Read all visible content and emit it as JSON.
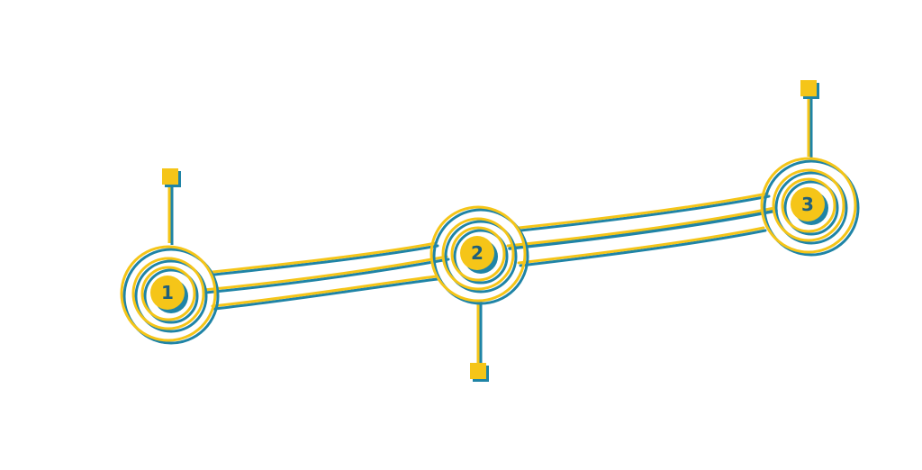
{
  "colors": {
    "accent_yellow": "#F5C518",
    "accent_blue": "#1F84A6",
    "label_text": "#1F5F7A",
    "background": "#FFFFFF"
  },
  "nodes": [
    {
      "id": "1",
      "label": "1",
      "marker": "square-top"
    },
    {
      "id": "2",
      "label": "2",
      "marker": "square-bottom"
    },
    {
      "id": "3",
      "label": "3",
      "marker": "square-top"
    }
  ]
}
